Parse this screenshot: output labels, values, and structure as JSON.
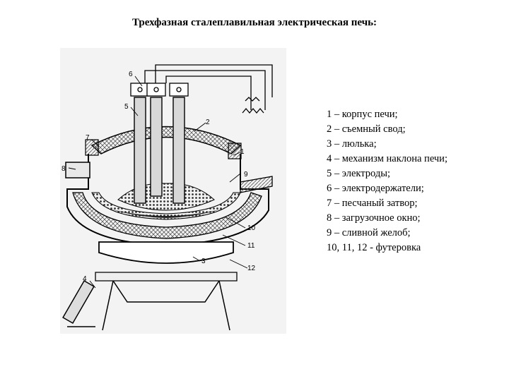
{
  "title": "Трехфазная сталеплавильная электрическая печь:",
  "legend": [
    "1 – корпус печи;",
    "2 – съемный свод;",
    "3 – люлька;",
    "4 – механизм наклона печи;",
    "5 – электроды;",
    "6 – электродержатели;",
    "7 – песчаный затвор;",
    "8 – загрузочное окно;",
    "9 – сливной желоб;",
    "10, 11, 12 -  футеровка"
  ],
  "callouts": [
    "1",
    "2",
    "3",
    "4",
    "5",
    "6",
    "7",
    "8",
    "9",
    "10",
    "11",
    "12"
  ]
}
